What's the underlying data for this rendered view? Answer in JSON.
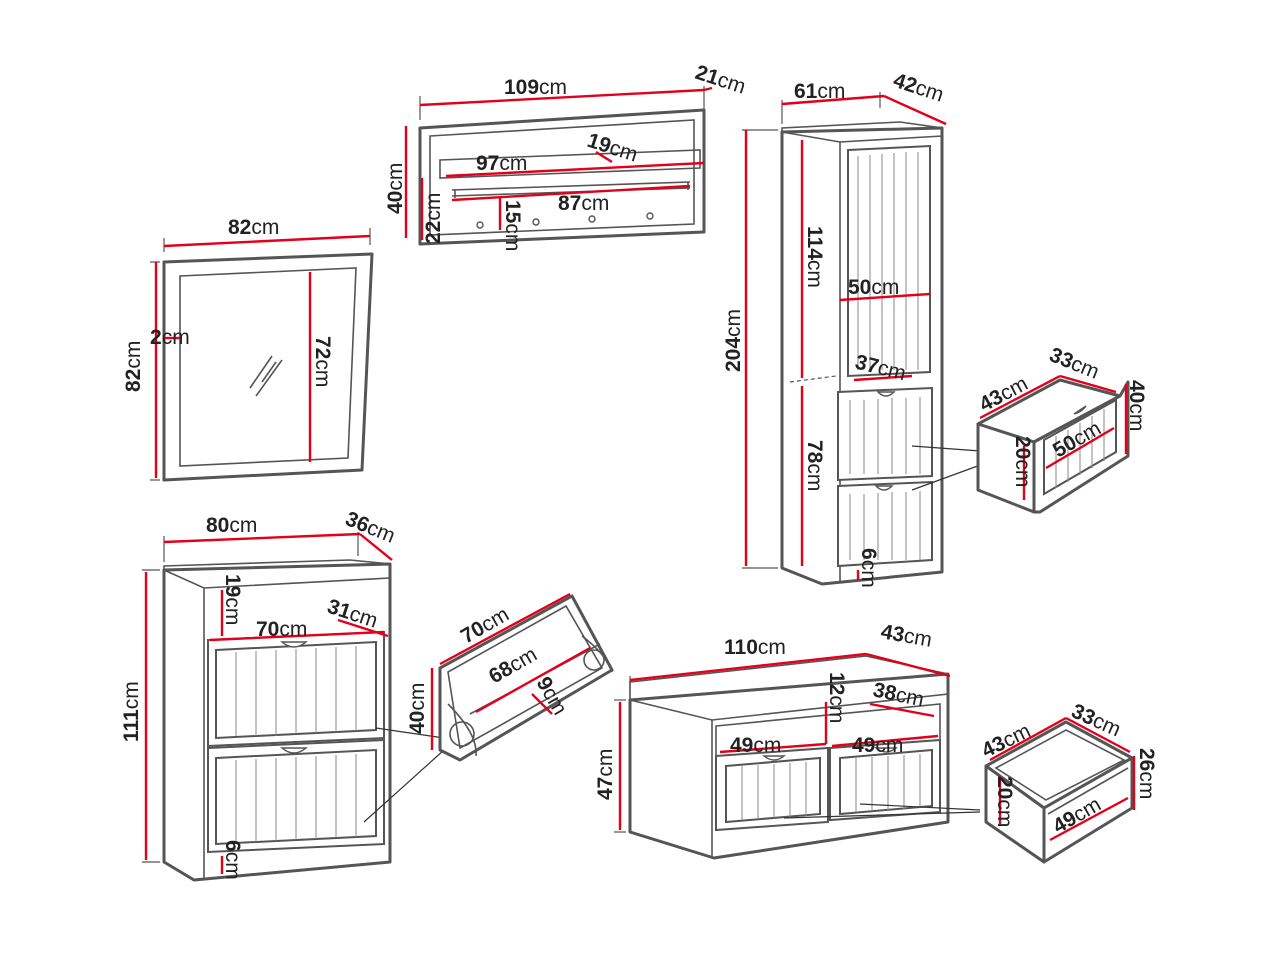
{
  "labels": {
    "wall_width": {
      "num": "109",
      "unit": "cm"
    },
    "wall_depth": {
      "num": "21",
      "unit": "cm"
    },
    "wall_height": {
      "num": "40",
      "unit": "cm"
    },
    "wall_lower": {
      "num": "22",
      "unit": "cm"
    },
    "wall_shelf_width": {
      "num": "97",
      "unit": "cm"
    },
    "wall_shelf_depth": {
      "num": "19",
      "unit": "cm"
    },
    "wall_rail_width": {
      "num": "87",
      "unit": "cm"
    },
    "wall_hook_gap": {
      "num": "15",
      "unit": "cm"
    },
    "mirror_width": {
      "num": "82",
      "unit": "cm"
    },
    "mirror_height": {
      "num": "82",
      "unit": "cm"
    },
    "mirror_frame": {
      "num": "2",
      "unit": "cm"
    },
    "mirror_glass": {
      "num": "72",
      "unit": "cm"
    },
    "tall_width": {
      "num": "61",
      "unit": "cm"
    },
    "tall_depth": {
      "num": "42",
      "unit": "cm"
    },
    "tall_height": {
      "num": "204",
      "unit": "cm"
    },
    "tall_upper": {
      "num": "114",
      "unit": "cm"
    },
    "tall_inner": {
      "num": "50",
      "unit": "cm"
    },
    "tall_drawer_w": {
      "num": "37",
      "unit": "cm"
    },
    "tall_lower": {
      "num": "78",
      "unit": "cm"
    },
    "tall_plinth": {
      "num": "6",
      "unit": "cm"
    },
    "tall_drw_depth": {
      "num": "43",
      "unit": "cm"
    },
    "tall_drw_width": {
      "num": "33",
      "unit": "cm"
    },
    "tall_drw_height": {
      "num": "40",
      "unit": "cm"
    },
    "tall_drw_inner": {
      "num": "20",
      "unit": "cm"
    },
    "tall_drw_front": {
      "num": "50",
      "unit": "cm"
    },
    "shoe_width": {
      "num": "80",
      "unit": "cm"
    },
    "shoe_depth": {
      "num": "36",
      "unit": "cm"
    },
    "shoe_height": {
      "num": "111",
      "unit": "cm"
    },
    "shoe_top": {
      "num": "19",
      "unit": "cm"
    },
    "shoe_flap_w": {
      "num": "70",
      "unit": "cm"
    },
    "shoe_flap_d": {
      "num": "31",
      "unit": "cm"
    },
    "shoe_plinth": {
      "num": "6",
      "unit": "cm"
    },
    "flap_width": {
      "num": "70",
      "unit": "cm"
    },
    "flap_inner": {
      "num": "68",
      "unit": "cm"
    },
    "flap_depth": {
      "num": "9",
      "unit": "cm"
    },
    "flap_height": {
      "num": "40",
      "unit": "cm"
    },
    "bench_width": {
      "num": "110",
      "unit": "cm"
    },
    "bench_depth": {
      "num": "43",
      "unit": "cm"
    },
    "bench_height": {
      "num": "47",
      "unit": "cm"
    },
    "bench_niche": {
      "num": "12",
      "unit": "cm"
    },
    "bench_niche_d": {
      "num": "38",
      "unit": "cm"
    },
    "bench_drw_l": {
      "num": "49",
      "unit": "cm"
    },
    "bench_drw_r": {
      "num": "49",
      "unit": "cm"
    },
    "bench_bx_depth": {
      "num": "43",
      "unit": "cm"
    },
    "bench_bx_width": {
      "num": "33",
      "unit": "cm"
    },
    "bench_bx_height": {
      "num": "26",
      "unit": "cm"
    },
    "bench_bx_inner": {
      "num": "20",
      "unit": "cm"
    },
    "bench_bx_front": {
      "num": "49",
      "unit": "cm"
    }
  },
  "colors": {
    "dimension_line": "#e3001b",
    "outline": "#555555",
    "text": "#222222"
  }
}
